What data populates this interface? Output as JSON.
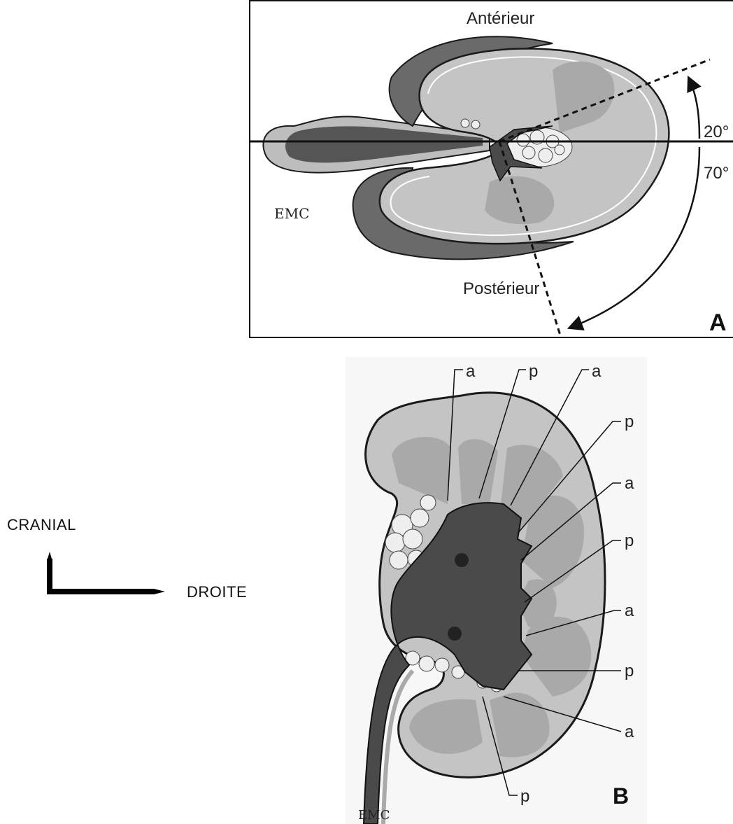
{
  "panel_a": {
    "letter": "A",
    "label_top": "Antérieur",
    "label_bottom": "Postérieur",
    "angle_upper": "20°",
    "angle_lower": "70°",
    "logo": "EMC"
  },
  "panel_b": {
    "letter": "B",
    "logo": "EMC",
    "top_labels": [
      "a",
      "p",
      "a"
    ],
    "right_labels": [
      "p",
      "a",
      "p",
      "a",
      "p",
      "a"
    ],
    "bottom_label": "p"
  },
  "orientation": {
    "cranial": "CRANIAL",
    "droite": "DROITE"
  },
  "colors": {
    "parenchyma": "#c4c4c4",
    "pyramid": "#a9a9a9",
    "pelvis": "#4a4a4a",
    "outline": "#1a1a1a",
    "fat": "#eeeeee"
  }
}
